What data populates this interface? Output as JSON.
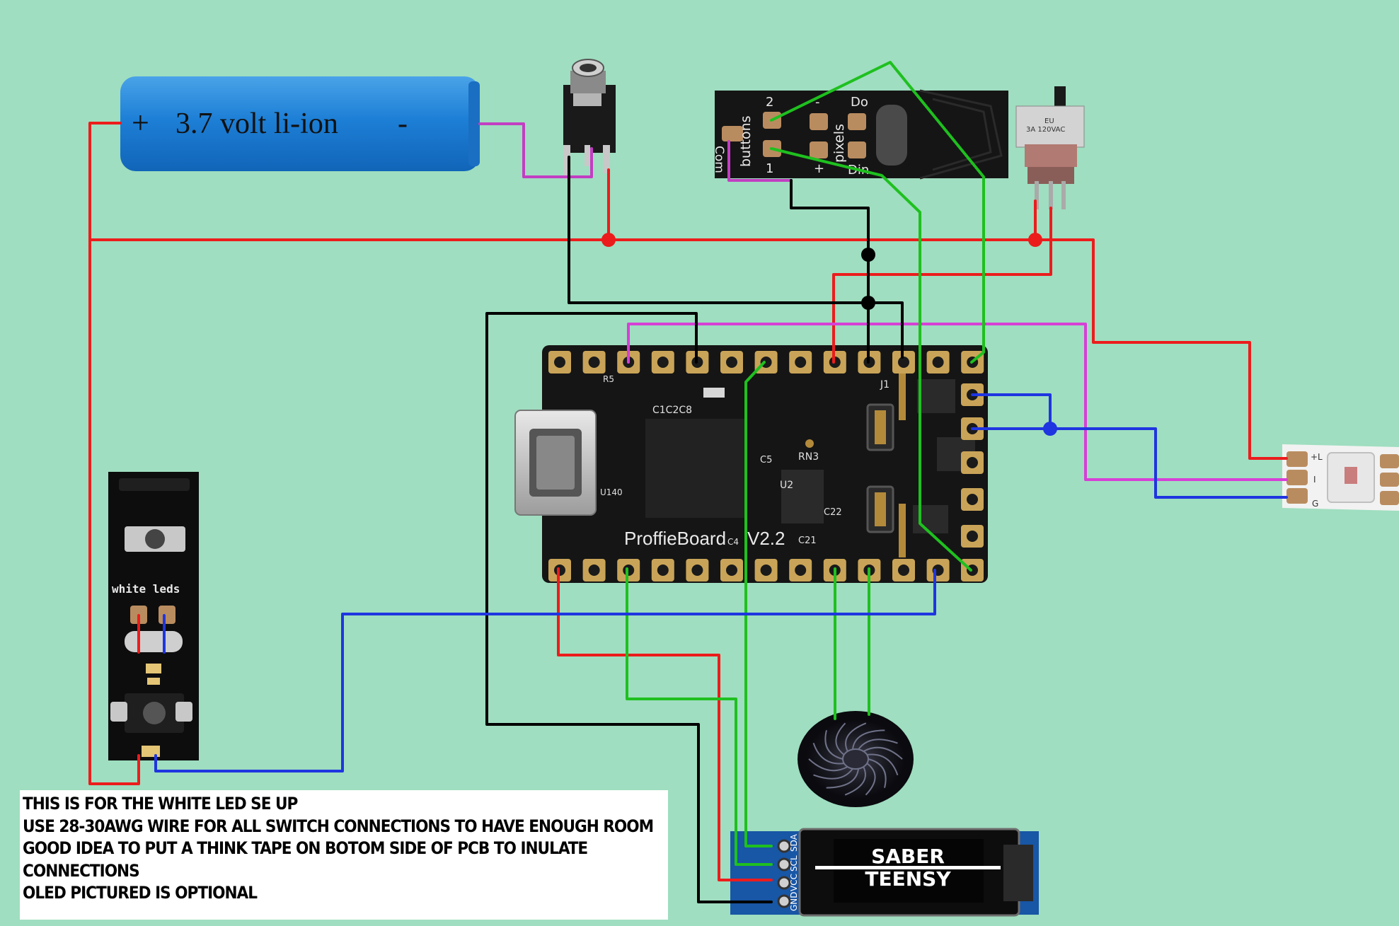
{
  "diagram": {
    "battery": {
      "plus": "+",
      "label": "3.7 volt li-ion",
      "minus": "-"
    },
    "button_board": {
      "top_left": "2",
      "buttons": "buttons",
      "com": "Com",
      "one": "1",
      "dash": "-",
      "pixels": "pixels",
      "do": "Do",
      "plus": "+",
      "din": "Din"
    },
    "switch_label": {
      "line1": "EU",
      "line2": "3A 120VAC"
    },
    "proffieboard": {
      "name": "ProffieBoard",
      "version": "V2.2",
      "caps": "C1C2C8",
      "j1": "J1",
      "rn3": "RN3",
      "u2": "U2",
      "c22": "C22",
      "c4": "C4",
      "c21": "C21",
      "c5": "C5",
      "r5": "R5",
      "u140": "U140"
    },
    "white_led_board": {
      "label": "white leds"
    },
    "pixel_pads": {
      "plus": "+L",
      "data": "I",
      "g": "G"
    },
    "oled": {
      "pins": [
        "GND",
        "VCC",
        "SCL",
        "SDA"
      ],
      "line1": "SABER",
      "line2": "TEENSY"
    },
    "colors": {
      "background": "#9fdec0",
      "power": "#ec1c1c",
      "ground": "#000000",
      "data": "#d640d6",
      "button": "#1fc01f",
      "blue": "#1f35e0"
    }
  },
  "notes": {
    "line1": "THIS IS FOR THE WHITE LED SE UP",
    "line2": "USE 28-30AWG WIRE FOR ALL SWITCH CONNECTIONS TO HAVE ENOUGH ROOM",
    "line3": "GOOD IDEA TO PUT A THINK TAPE ON BOTOM SIDE OF PCB TO INULATE",
    "line4": "CONNECTIONS",
    "line5": "OLED PICTURED IS OPTIONAL"
  }
}
